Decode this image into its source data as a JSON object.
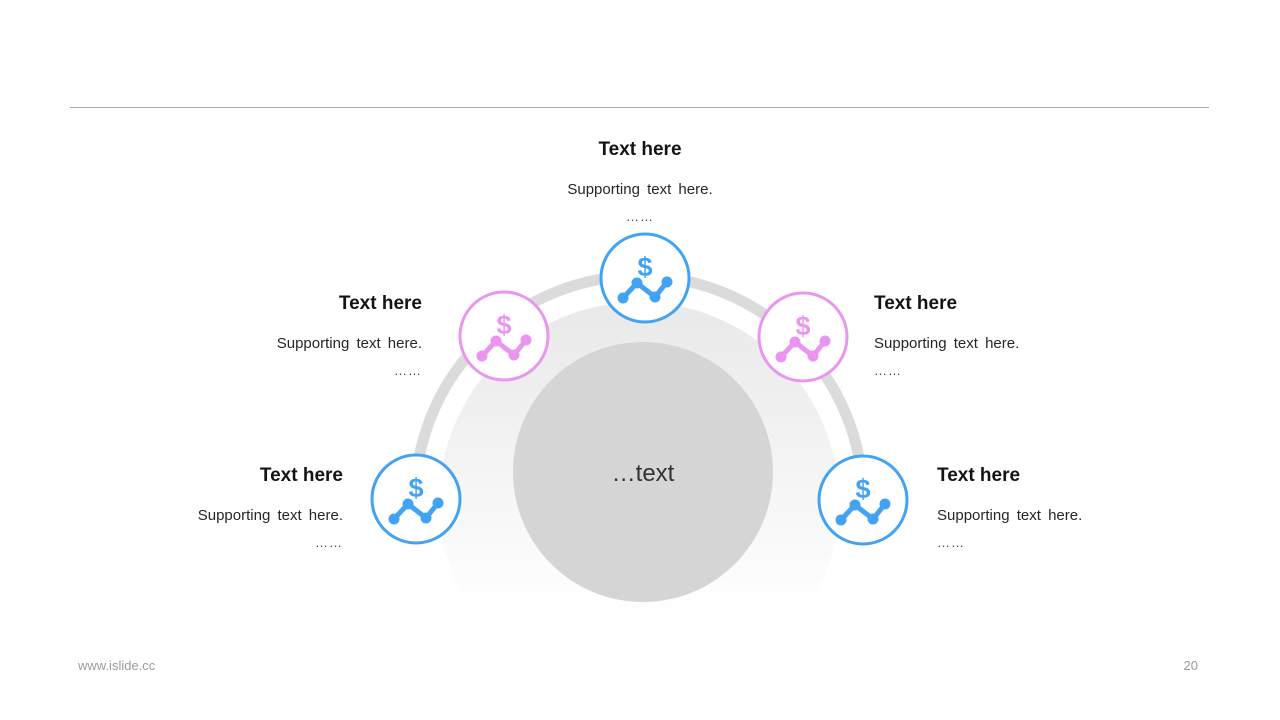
{
  "center": {
    "label": "…text"
  },
  "nodes": [
    {
      "position": "top",
      "title": "Text here",
      "subtitle": "Supporting text here.",
      "ellipsis": "……",
      "icon": "dollar-trend-chart-icon",
      "icon_symbol": "$",
      "accent_color": "#43a3f3"
    },
    {
      "position": "upper-left",
      "title": "Text here",
      "subtitle": "Supporting text here.",
      "ellipsis": "……",
      "icon": "dollar-trend-chart-icon",
      "icon_symbol": "$",
      "accent_color": "#ea96f0"
    },
    {
      "position": "upper-right",
      "title": "Text here",
      "subtitle": "Supporting text here.",
      "ellipsis": "……",
      "icon": "dollar-trend-chart-icon",
      "icon_symbol": "$",
      "accent_color": "#ea96f0"
    },
    {
      "position": "lower-left",
      "title": "Text here",
      "subtitle": "Supporting text here.",
      "ellipsis": "……",
      "icon": "dollar-trend-chart-icon",
      "icon_symbol": "$",
      "accent_color": "#43a3f3"
    },
    {
      "position": "lower-right",
      "title": "Text here",
      "subtitle": "Supporting text here.",
      "ellipsis": "……",
      "icon": "dollar-trend-chart-icon",
      "icon_symbol": "$",
      "accent_color": "#43a3f3"
    }
  ],
  "footer": {
    "website": "www.islide.cc",
    "page_number": "20"
  },
  "colors": {
    "node_blue": "#43a3f3",
    "node_pink": "#ea96f0",
    "arc_ring": "#dbdbdb",
    "inner_disc_top": "#e9e9e9",
    "center_circle_fill": "#d5d5d5",
    "divider_gray": "#ababab",
    "footer_gray": "#9b9b9b"
  }
}
